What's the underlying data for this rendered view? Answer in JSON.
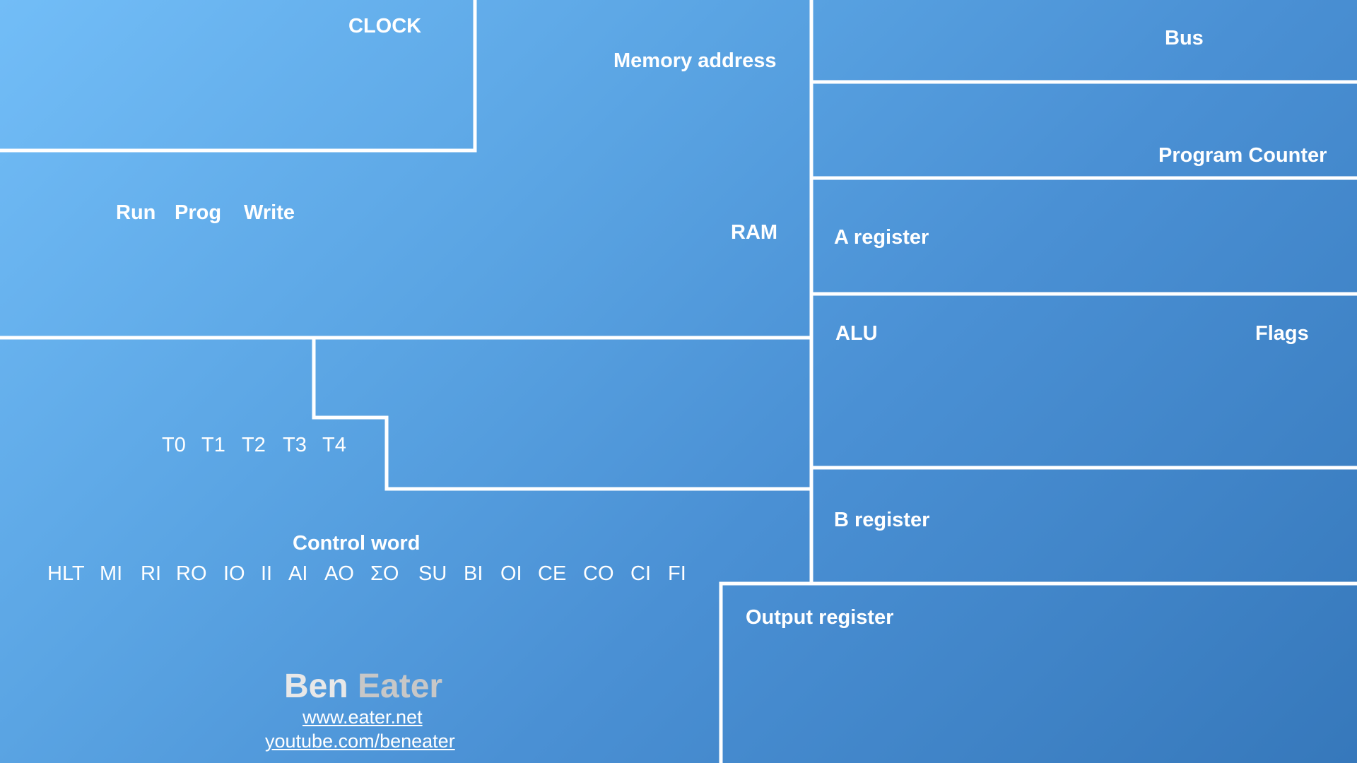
{
  "modules": {
    "clock": "CLOCK",
    "memory_address": "Memory address",
    "ram": "RAM",
    "bus": "Bus",
    "program_counter": "Program Counter",
    "a_register": "A register",
    "alu": "ALU",
    "flags": "Flags",
    "b_register": "B register",
    "output_register": "Output register",
    "control_word": "Control word"
  },
  "ram_switches": [
    "Run",
    "Prog",
    "Write"
  ],
  "timing_steps": [
    "T0",
    "T1",
    "T2",
    "T3",
    "T4"
  ],
  "control_signals": [
    "HLT",
    "MI",
    "RI",
    "RO",
    "IO",
    "II",
    "AI",
    "AO",
    "ΣO",
    "SU",
    "BI",
    "OI",
    "CE",
    "CO",
    "CI",
    "FI"
  ],
  "footer": {
    "name_first": "Ben",
    "name_last": "Eater",
    "website": "www.eater.net",
    "youtube": "youtube.com/beneater"
  },
  "colors": {
    "gradient_start": "#72bdf7",
    "gradient_end": "#3678bb",
    "divider": "#ffffff"
  }
}
